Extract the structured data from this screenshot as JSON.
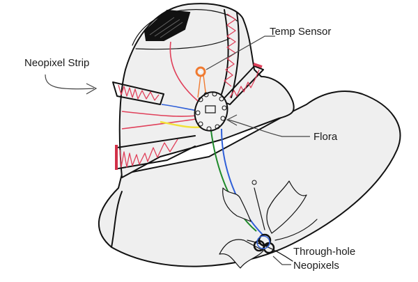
{
  "diagram": {
    "subject": "hat with wearable electronics",
    "labels": {
      "neopixel_strip": "Neopixel Strip",
      "temp_sensor": "Temp Sensor",
      "flora": "Flora",
      "through_hole_line1": "Through-hole",
      "through_hole_line2": "Neopixels"
    },
    "colors": {
      "outline": "#111111",
      "hat_fill": "#efefef",
      "neopixel_zigzag": "#e0405a",
      "wire_red": "#e0405a",
      "wire_blue": "#2f5fd8",
      "wire_yellow": "#f2e23a",
      "wire_green": "#1e8a2a",
      "temp_sensor": "#f07a30",
      "leader_line": "#444444"
    }
  }
}
